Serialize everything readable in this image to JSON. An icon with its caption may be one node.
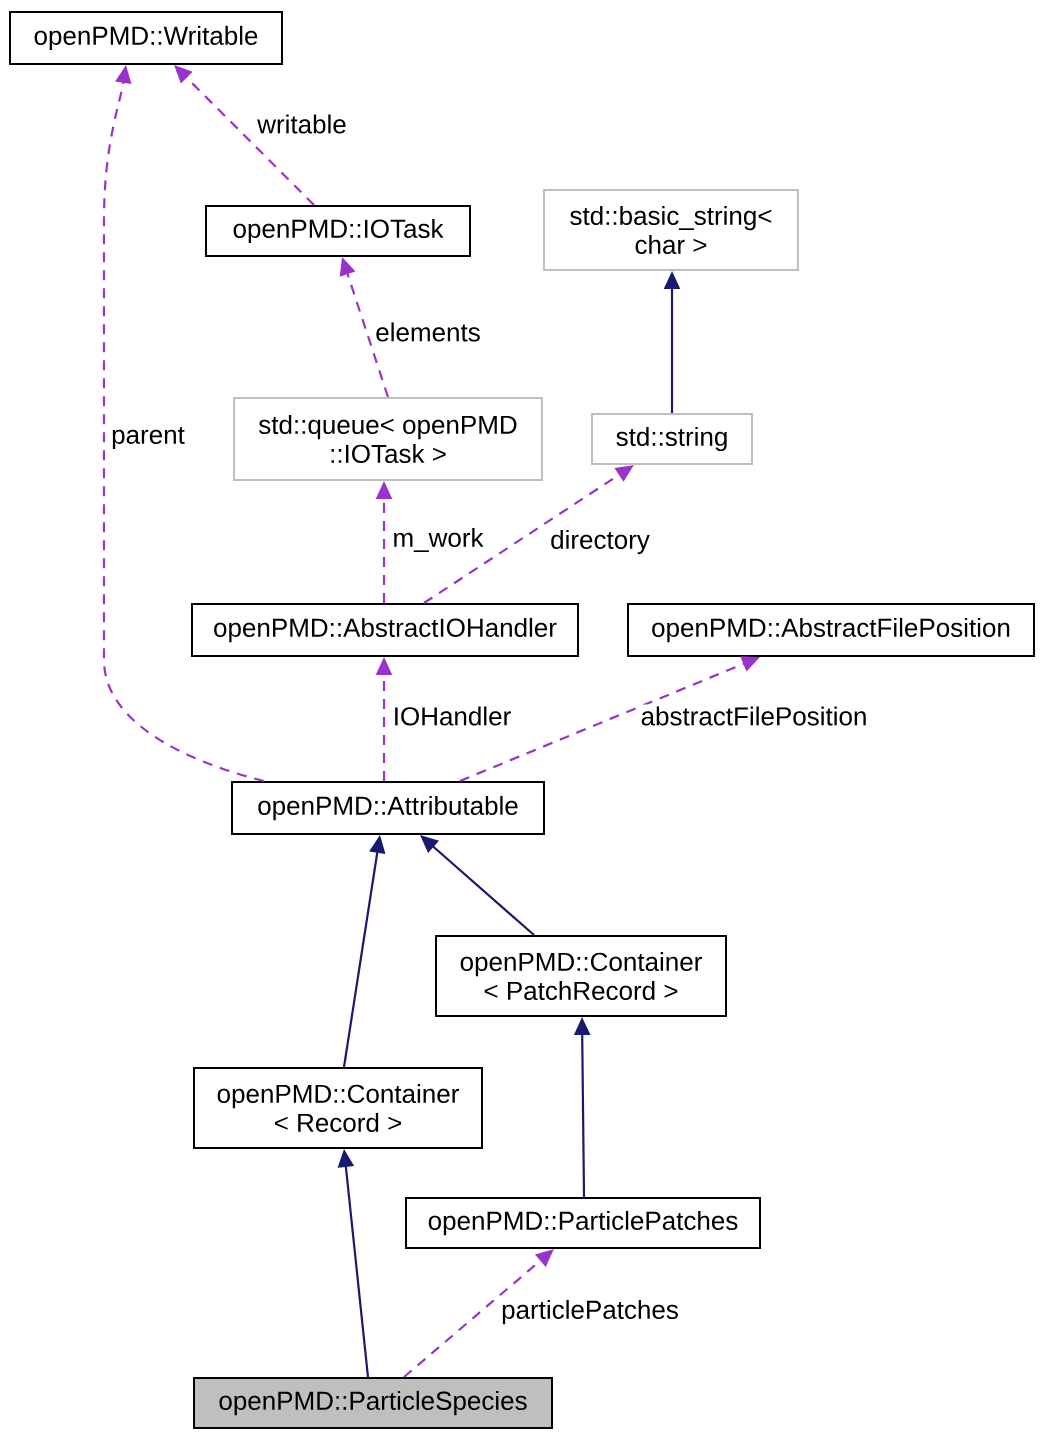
{
  "diagram": {
    "nodes": [
      {
        "text": [
          "openPMD::Writable"
        ]
      },
      {
        "text": [
          "openPMD::IOTask"
        ]
      },
      {
        "text": [
          "std::basic_string< char >"
        ]
      },
      {
        "text": [
          "std::queue< openPMD ::IOTask >"
        ]
      },
      {
        "text": [
          "std::string"
        ]
      },
      {
        "text": [
          "openPMD::AbstractIOHandler"
        ]
      },
      {
        "text": [
          "openPMD::AbstractFilePosition"
        ]
      },
      {
        "text": [
          "openPMD::Attributable"
        ]
      },
      {
        "text": [
          "openPMD::Container < PatchRecord >"
        ]
      },
      {
        "text": [
          "openPMD::Container < Record >"
        ]
      },
      {
        "text": [
          "openPMD::ParticlePatches"
        ]
      },
      {
        "text": [
          "openPMD::ParticleSpecies"
        ]
      }
    ],
    "edges": [
      {
        "from": 1,
        "to": 0,
        "arrow": "to",
        "label": "writable",
        "style": "dashed"
      },
      {
        "from": 7,
        "to": 0,
        "arrow": "to",
        "label": "parent",
        "style": "dashed"
      },
      {
        "from": 4,
        "to": 2,
        "arrow": "to",
        "color": "#191970"
      },
      {
        "from": 3,
        "to": 1,
        "arrow": "to",
        "label": "elements",
        "style": "dashed"
      },
      {
        "from": 5,
        "to": 3,
        "arrow": "to",
        "label": "m_work",
        "style": "dashed"
      },
      {
        "from": 5,
        "to": 4,
        "arrow": "to",
        "label": "directory",
        "style": "dashed"
      },
      {
        "from": 7,
        "to": 5,
        "arrow": "to",
        "label": "IOHandler",
        "style": "dashed"
      },
      {
        "from": 7,
        "to": 6,
        "arrow": "to",
        "label": "abstractFilePosition",
        "style": "dashed"
      },
      {
        "from": 9,
        "to": 7,
        "arrow": "to",
        "color": "#191970"
      },
      {
        "from": 8,
        "to": 7,
        "arrow": "to",
        "color": "#191970"
      },
      {
        "from": 10,
        "to": 8,
        "arrow": "to",
        "color": "#191970"
      },
      {
        "from": 11,
        "to": 9,
        "arrow": "to",
        "color": "#191970"
      },
      {
        "from": 11,
        "to": 10,
        "arrow": "to",
        "label": "particlePatches",
        "style": "dashed"
      }
    ]
  }
}
